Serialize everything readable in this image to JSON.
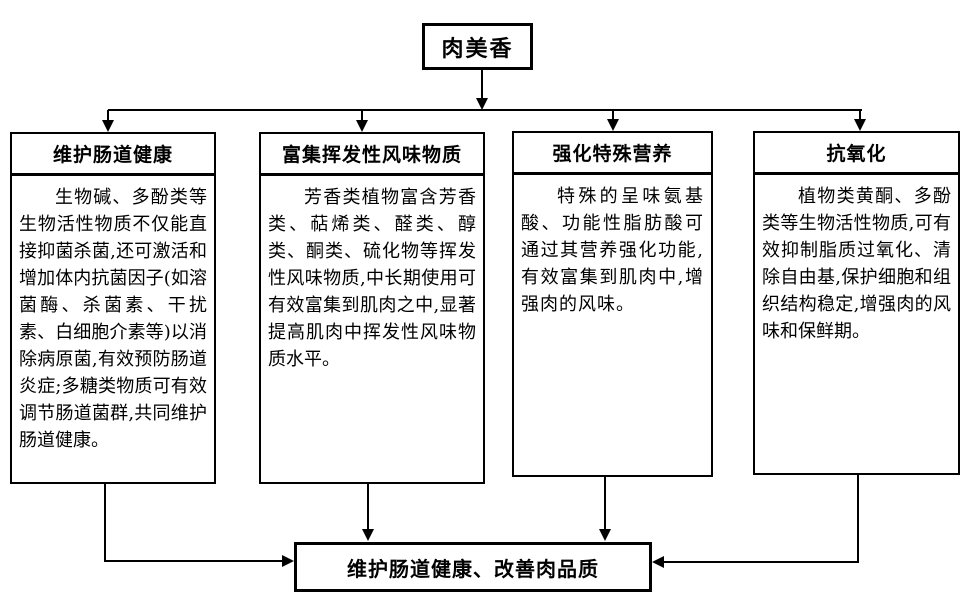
{
  "colors": {
    "border": "#000000",
    "background": "#ffffff",
    "text": "#000000"
  },
  "diagram": {
    "root": {
      "label": "肉美香"
    },
    "branches": [
      {
        "title": "维护肠道健康",
        "body": "生物碱、多酚类等生物活性物质不仅能直接抑菌杀菌,还可激活和增加体内抗菌因子(如溶菌酶、杀菌素、干扰素、白细胞介素等)以消除病原菌,有效预防肠道炎症;多糖类物质可有效调节肠道菌群,共同维护肠道健康。"
      },
      {
        "title": "富集挥发性风味物质",
        "body": "芳香类植物富含芳香类、萜烯类、醛类、醇类、酮类、硫化物等挥发性风味物质,中长期使用可有效富集到肌肉之中,显著提高肌肉中挥发性风味物质水平。"
      },
      {
        "title": "强化特殊营养",
        "body": "特殊的呈味氨基酸、功能性脂肪酸可通过其营养强化功能,有效富集到肌肉中,增强肉的风味。"
      },
      {
        "title": "抗氧化",
        "body": "植物类黄酮、多酚类等生物活性物质,可有效抑制脂质过氧化、清除自由基,保护细胞和组织结构稳定,增强肉的风味和保鲜期。"
      }
    ],
    "outcome": {
      "label": "维护肠道健康、改善肉品质"
    }
  }
}
